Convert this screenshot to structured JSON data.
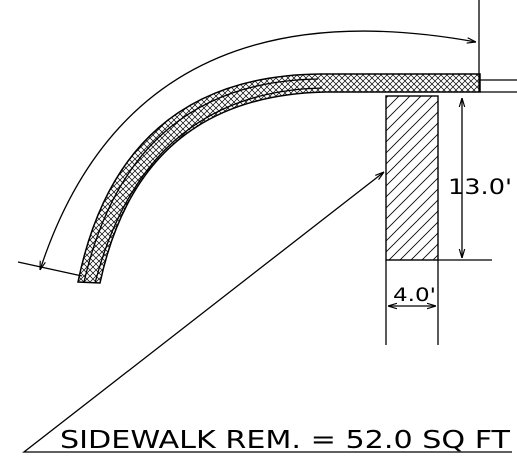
{
  "dimensions": {
    "height_label": "13.0'",
    "width_label": "4.0'"
  },
  "callout": {
    "text": "SIDEWALK REM. = 52.0 SQ FT"
  },
  "colors": {
    "ink": "#000000",
    "background": "#ffffff"
  }
}
